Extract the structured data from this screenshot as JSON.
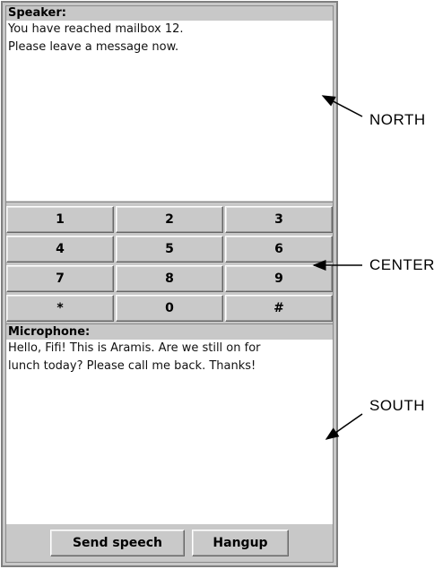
{
  "speaker": {
    "label": "Speaker:",
    "text": "You have reached mailbox 12.\nPlease leave a message now."
  },
  "keypad": {
    "keys": [
      "1",
      "2",
      "3",
      "4",
      "5",
      "6",
      "7",
      "8",
      "9",
      "*",
      "0",
      "#"
    ]
  },
  "microphone": {
    "label": "Microphone:",
    "text": "Hello, Fifi! This is Aramis. Are we still on for\nlunch today? Please call me back. Thanks!"
  },
  "buttons": {
    "send_speech": "Send speech",
    "hangup": "Hangup"
  },
  "annotations": {
    "north": "NORTH",
    "center": "CENTER",
    "south": "SOUTH"
  }
}
